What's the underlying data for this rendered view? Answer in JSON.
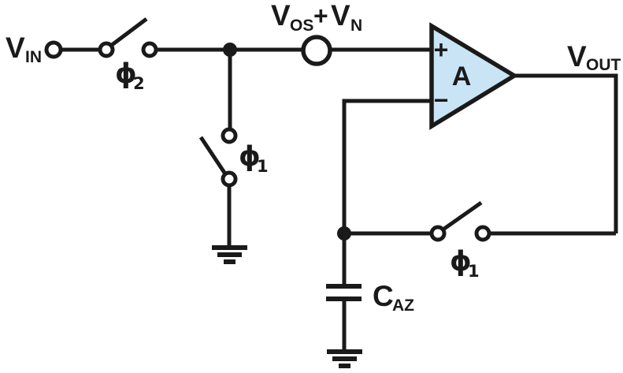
{
  "figure": {
    "background": "#ffffff",
    "line_color": "#1a1a1a",
    "opamp_fill": "#c9e4f5"
  },
  "labels": {
    "vin": {
      "main": "V",
      "sub": "IN"
    },
    "phi2": {
      "main": "ϕ",
      "sub": "2"
    },
    "phi1_left": {
      "main": "ϕ",
      "sub": "1"
    },
    "source": {
      "v1": "V",
      "s1": "OS",
      "plus": "+",
      "v2": "V",
      "s2": "N"
    },
    "opamp": {
      "plus_input": "+",
      "minus_input": "−",
      "gain": "A"
    },
    "vout": {
      "main": "V",
      "sub": "OUT"
    },
    "phi1_feedback": {
      "main": "ϕ",
      "sub": "1"
    },
    "caz": {
      "main": "C",
      "sub": "AZ"
    }
  }
}
